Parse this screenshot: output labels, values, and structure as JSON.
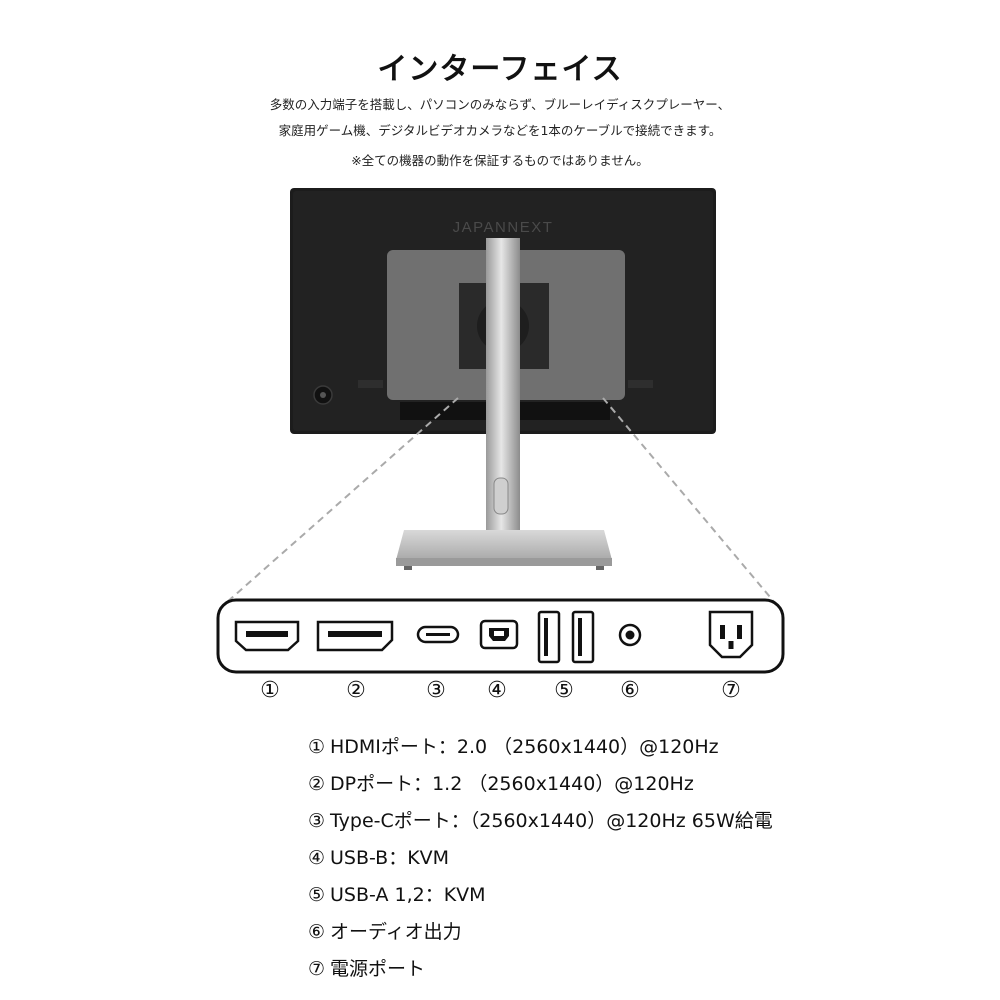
{
  "heading": "インターフェイス",
  "description": [
    "多数の入力端子を搭載し、パソコンのみならず、ブルーレイディスクプレーヤー、",
    "家庭用ゲーム機、デジタルビデオカメラなどを1本のケーブルで接続できます。",
    "※全ての機器の動作を保証するものではありません。"
  ],
  "monitor": {
    "brand_logo": "JAPANNEXT"
  },
  "port_numbers": [
    "①",
    "②",
    "③",
    "④",
    "⑤",
    "⑥",
    "⑦"
  ],
  "ports": [
    {
      "marker": "①",
      "text": "HDMIポート：2.0 （2560x1440）@120Hz",
      "icon": "hdmi-port-icon"
    },
    {
      "marker": "②",
      "text": "DPポート：1.2 （2560x1440）@120Hz",
      "icon": "displayport-icon"
    },
    {
      "marker": "③",
      "text": "Type-Cポート：（2560x1440）@120Hz 65W給電",
      "icon": "usb-c-port-icon"
    },
    {
      "marker": "④",
      "text": "USB-B：KVM",
      "icon": "usb-b-port-icon"
    },
    {
      "marker": "⑤",
      "text": "USB-A 1,2：KVM",
      "icon": "usb-a-port-icon"
    },
    {
      "marker": "⑥",
      "text": "オーディオ出力",
      "icon": "audio-jack-icon"
    },
    {
      "marker": "⑦",
      "text": "電源ポート",
      "icon": "power-inlet-icon"
    }
  ]
}
